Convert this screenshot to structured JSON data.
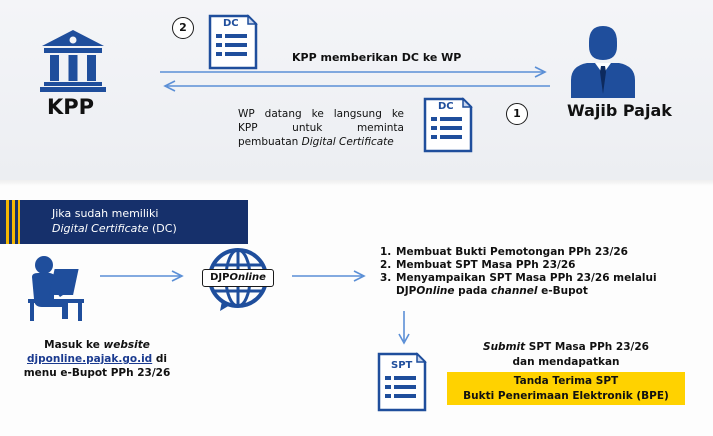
{
  "top": {
    "kpp_label": "KPP",
    "wp_label": "Wajib Pajak",
    "step2_num": "2",
    "step1_num": "1",
    "dc_label": "DC",
    "arrow_text": "KPP memberikan DC ke WP",
    "wp_desc_line1": "WP datang ke langsung ke",
    "wp_desc_line2": "KPP untuk meminta",
    "wp_desc_line3_prefix": "pembuatan ",
    "wp_desc_line3_italic": "Digital Certificate"
  },
  "banner": {
    "line1": "Jika sudah memiliki",
    "line2_italic": "Digital Certificate",
    "line2_suffix": " (DC)"
  },
  "djp": {
    "logo_prefix": "DJP",
    "logo_italic": "Online"
  },
  "user_caption": {
    "line1_prefix": "Masuk ke ",
    "line1_italic": "website",
    "link": "djponline.pajak.go.id",
    "line2_suffix": " di",
    "line3": "menu e-Bupot PPh 23/26"
  },
  "steps": {
    "items": [
      {
        "num": "1.",
        "text": "Membuat Bukti Pemotongan PPh 23/26"
      },
      {
        "num": "2.",
        "text": "Membuat SPT Masa PPh 23/26"
      },
      {
        "num": "3.",
        "text": "Menyampaikan SPT Masa PPh 23/26 melalui"
      }
    ],
    "cont_prefix": "DJP",
    "cont_italic1": "Online",
    "cont_mid": " pada ",
    "cont_italic2": "channel",
    "cont_suffix": " e-Bupot"
  },
  "result": {
    "spt_label": "SPT",
    "line1_italic": "Submit",
    "line1_suffix": " SPT Masa PPh 23/26",
    "line2": "dan mendapatkan",
    "box_line1": "Tanda Terima SPT",
    "box_line2": "Bukti Penerimaan Elektronik (BPE)"
  },
  "colors": {
    "navy": "#16306b",
    "yellow": "#ffd200",
    "doc_blue": "#1f4e9c",
    "arrow_blue": "#5b8fd6"
  }
}
